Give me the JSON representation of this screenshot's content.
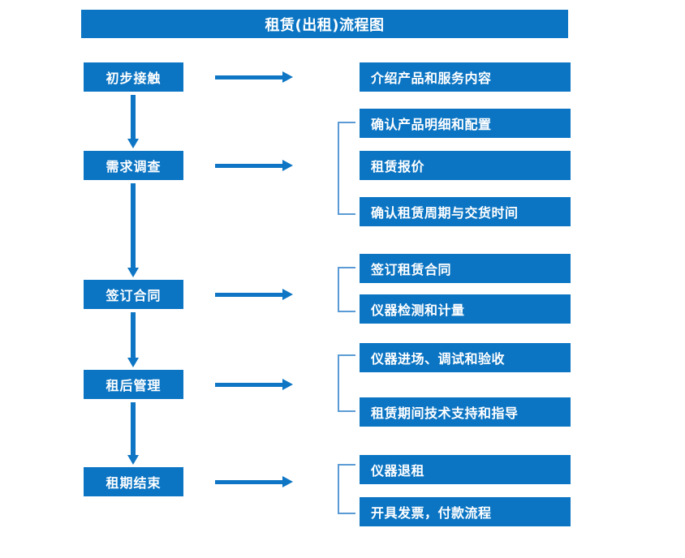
{
  "title": "租赁(出租)流程图",
  "colors": {
    "box_fill": "#0C75C3",
    "box_text": "#FFFFFF",
    "arrow": "#0E76C4",
    "bracket": "#5B9BD5",
    "background": "#FFFFFF"
  },
  "stages": [
    {
      "label": "初步接触"
    },
    {
      "label": "需求调查"
    },
    {
      "label": "签订合同"
    },
    {
      "label": "租后管理"
    },
    {
      "label": "租期结束"
    }
  ],
  "details": [
    {
      "label": "介绍产品和服务内容"
    },
    {
      "label": "确认产品明细和配置"
    },
    {
      "label": "租赁报价"
    },
    {
      "label": "确认租赁周期与交货时间"
    },
    {
      "label": "签订租赁合同"
    },
    {
      "label": "仪器检测和计量"
    },
    {
      "label": "仪器进场、调试和验收"
    },
    {
      "label": "租赁期间技术支持和指导"
    },
    {
      "label": "仪器退租"
    },
    {
      "label": "开具发票，付款流程"
    }
  ]
}
